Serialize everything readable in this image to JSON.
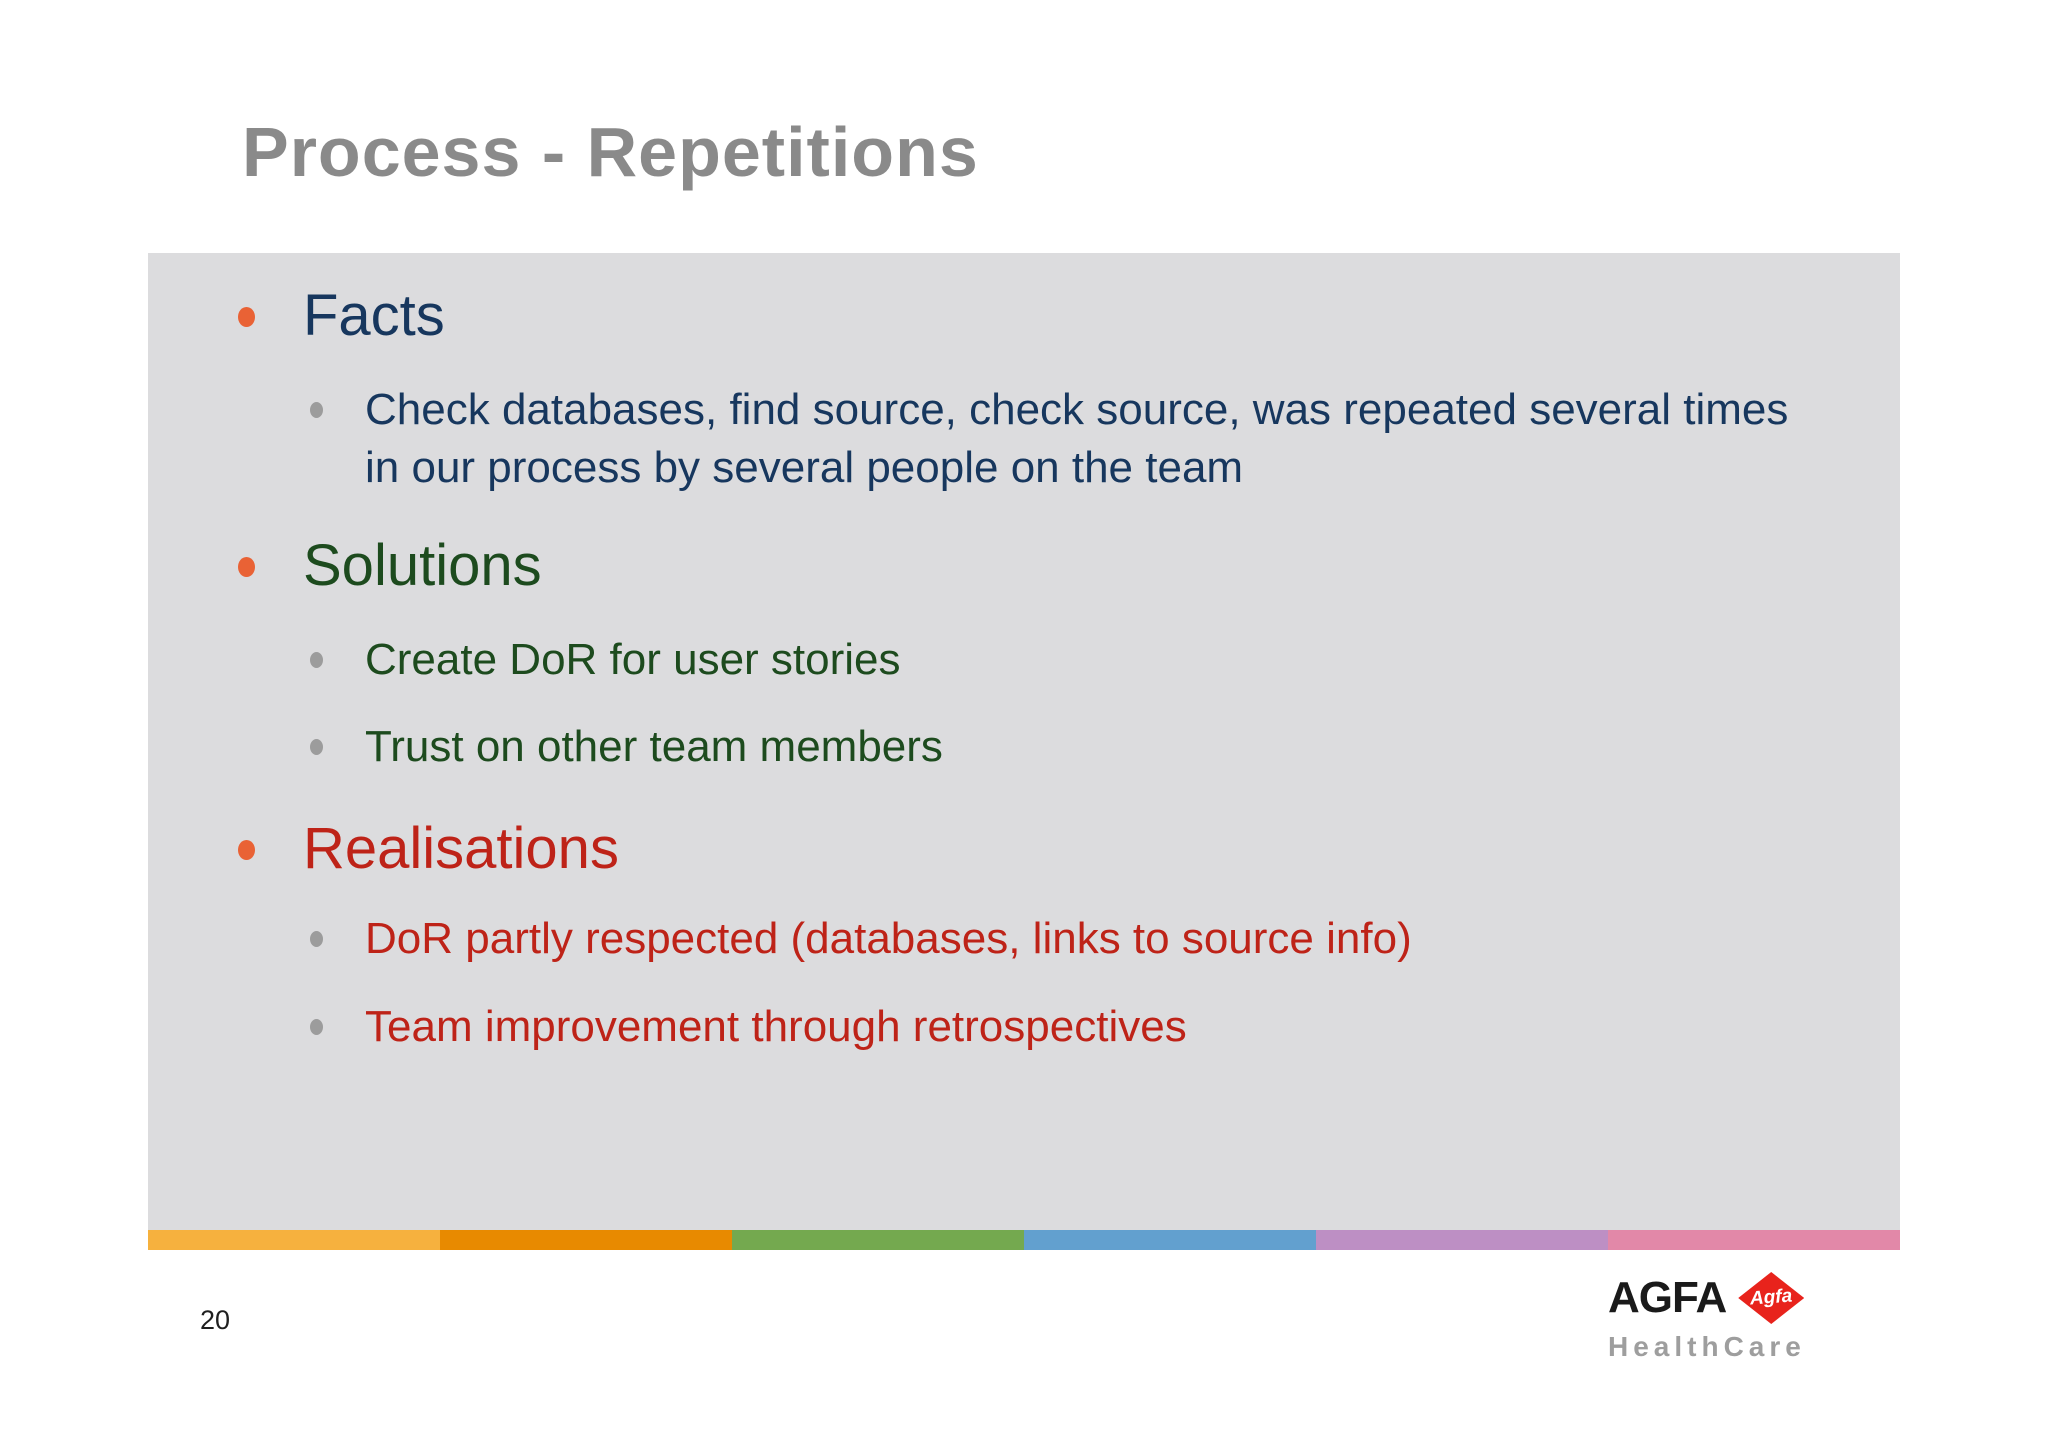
{
  "slide": {
    "title": "Process - Repetitions",
    "sections": [
      {
        "heading": "Facts",
        "heading_color": "#17375E",
        "items": [
          {
            "text": "Check databases, find source, check source, was repeated several times in our process by several people on the team",
            "color": "#17375E"
          }
        ]
      },
      {
        "heading": "Solutions",
        "heading_color": "#1D4B1E",
        "items": [
          {
            "text": "Create DoR for user stories",
            "color": "#1D4B1E"
          },
          {
            "text": "Trust on other team members",
            "color": "#1D4B1E"
          }
        ]
      },
      {
        "heading": "Realisations",
        "heading_color": "#BE2318",
        "items": [
          {
            "text": "DoR partly respected (databases, links to source info)",
            "color": "#BE2318"
          },
          {
            "text": "Team improvement through retrospectives",
            "color": "#BE2318"
          }
        ]
      }
    ],
    "footer": {
      "page_number": "20"
    },
    "logo": {
      "brand": "AGFA",
      "diamond_text": "Agfa",
      "division": "HealthCare"
    },
    "colors": {
      "title_gray": "#8A8A8A",
      "panel_gray": "#DCDCDE",
      "bullet_orange": "#E96235",
      "sub_bullet_gray": "#9C9C9C",
      "logo_black": "#1A1A1A",
      "logo_red": "#E8231C",
      "logo_gray": "#9E9E9E",
      "stripe": [
        "#F6B13E",
        "#E88A00",
        "#74A94F",
        "#62A0CF",
        "#BD8FC4",
        "#E288A8"
      ]
    }
  }
}
